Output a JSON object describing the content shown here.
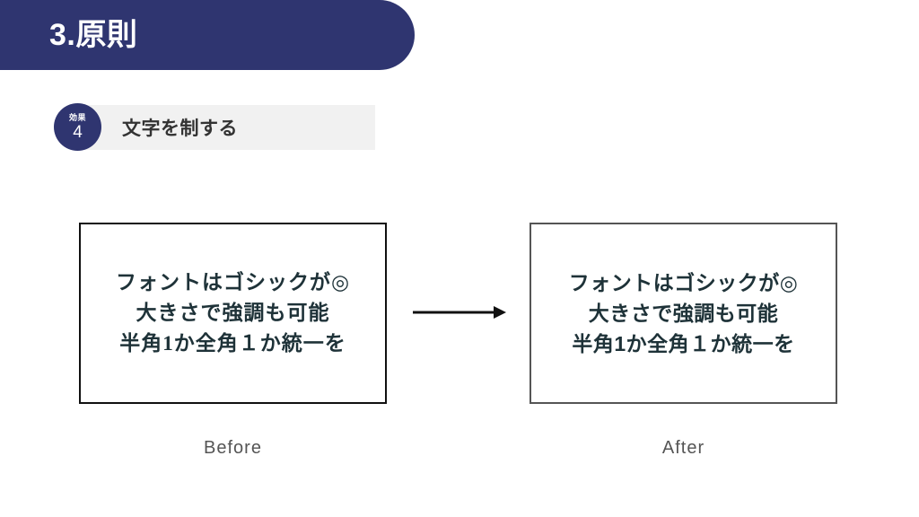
{
  "header": {
    "title": "3.原則",
    "banner_color": "#2f3570"
  },
  "section": {
    "badge": {
      "kicker": "効果",
      "number": "4",
      "color": "#2f3570"
    },
    "heading": "文字を制する",
    "strip_color": "#f1f1f1"
  },
  "comparison": {
    "arrow_icon": "right-arrow-icon",
    "before": {
      "caption": "Before",
      "border_color": "#111111",
      "text_color": "#1e3238",
      "lines": [
        "フォントはゴシックが◎",
        "大きさで強調も可能",
        "半角1か全角１か統一を"
      ]
    },
    "after": {
      "caption": "After",
      "border_color": "#555555",
      "text_color": "#1e3238",
      "lines": [
        "フォントはゴシックが◎",
        "大きさで強調も可能",
        "半角1か全角１か統一を"
      ]
    }
  }
}
